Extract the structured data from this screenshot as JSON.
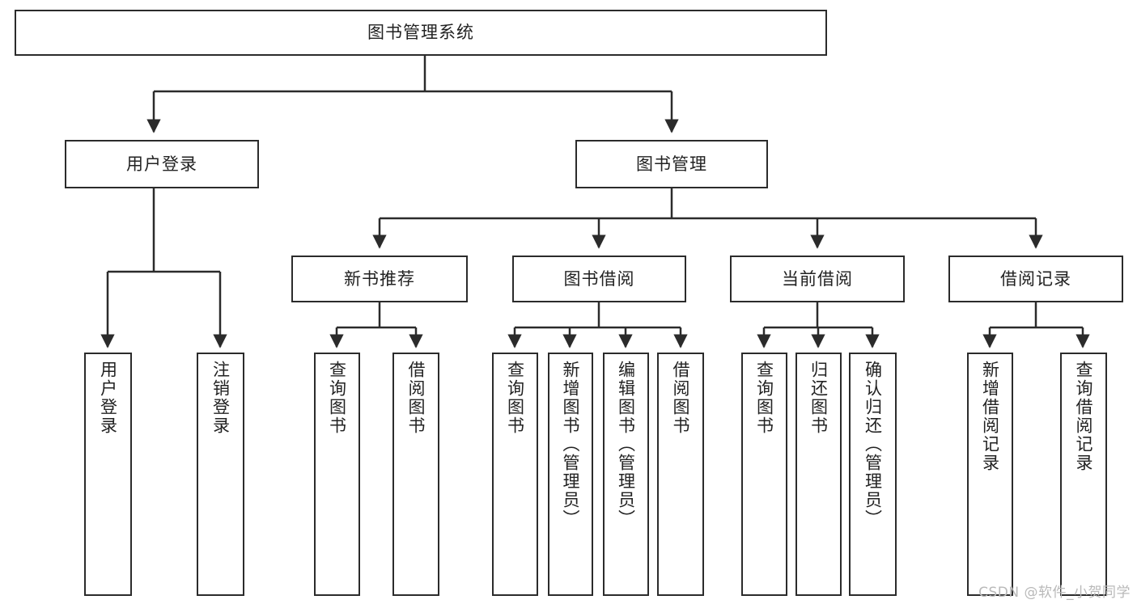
{
  "diagram": {
    "type": "tree",
    "title": "图书管理系统",
    "watermark": "CSDN @软件_小贺同学",
    "colors": {
      "background": "#ffffff",
      "box_border": "#2b2b2b",
      "box_fill": "#ffffff",
      "connector": "#2b2b2b",
      "text": "#222222",
      "watermark": "#b9b9b9"
    },
    "root": {
      "label": "图书管理系统"
    },
    "level2": [
      {
        "label": "用户登录"
      },
      {
        "label": "图书管理"
      }
    ],
    "level3": [
      {
        "label": "新书推荐"
      },
      {
        "label": "图书借阅"
      },
      {
        "label": "当前借阅"
      },
      {
        "label": "借阅记录"
      }
    ],
    "leaves": {
      "user_login": [
        {
          "label": "用户登录"
        },
        {
          "label": "注销登录"
        }
      ],
      "new_book_recommend": [
        {
          "label": "查询图书"
        },
        {
          "label": "借阅图书"
        }
      ],
      "book_borrow": [
        {
          "label": "查询图书"
        },
        {
          "label": "新增图书（管理员）"
        },
        {
          "label": "编辑图书（管理员）"
        },
        {
          "label": "借阅图书"
        }
      ],
      "current_borrow": [
        {
          "label": "查询图书"
        },
        {
          "label": "归还图书"
        },
        {
          "label": "确认归还（管理员）"
        }
      ],
      "borrow_record": [
        {
          "label": "新增借阅记录"
        },
        {
          "label": "查询借阅记录"
        }
      ]
    }
  }
}
